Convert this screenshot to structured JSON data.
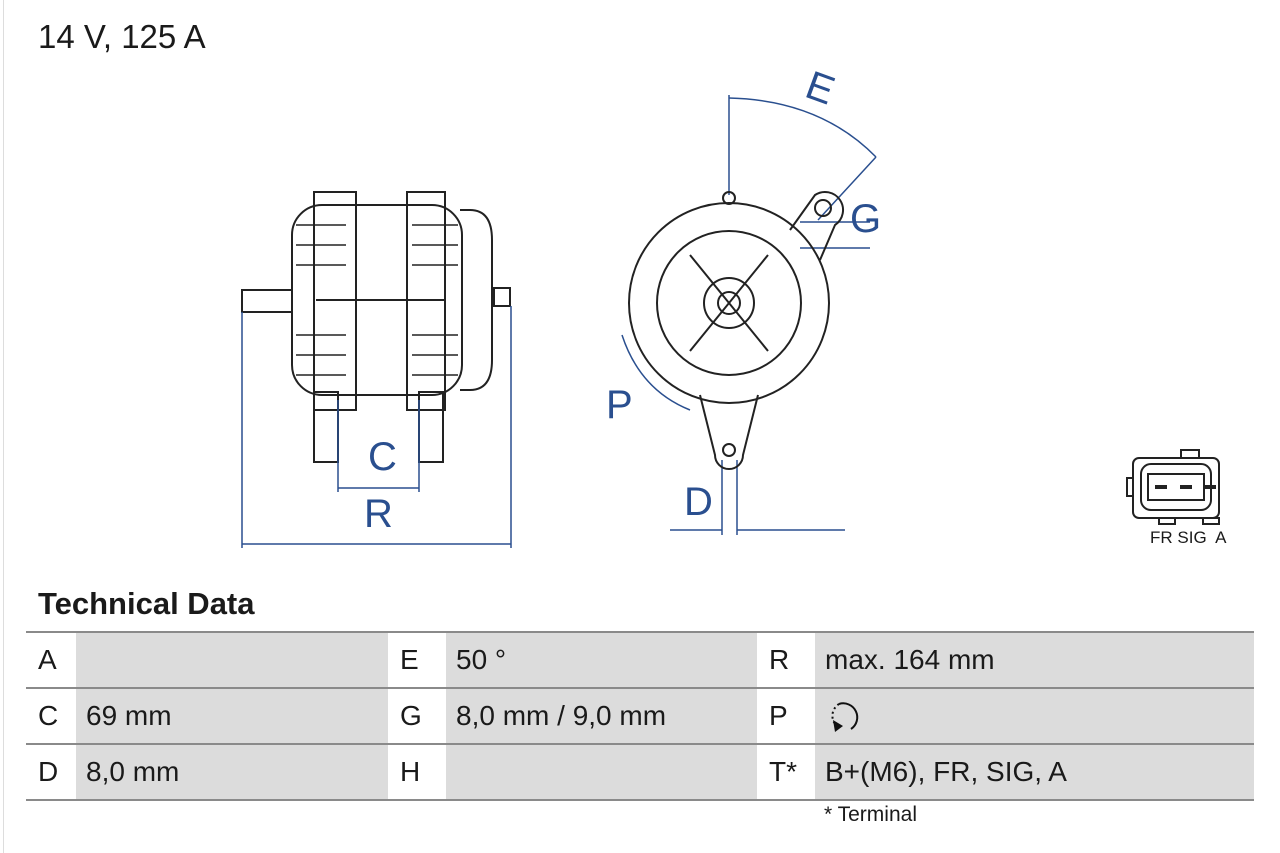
{
  "header": {
    "title": "14 V, 125 A"
  },
  "drawing": {
    "labels": {
      "C": "C",
      "R": "R",
      "E": "E",
      "G": "G",
      "P": "P",
      "D": "D"
    },
    "dim_color": "#2a4f8f"
  },
  "connector": {
    "label": "FR SIG  A"
  },
  "section_title": "Technical Data",
  "table": {
    "rows": [
      [
        {
          "k": "A",
          "v": ""
        },
        {
          "k": "E",
          "v": "50 °"
        },
        {
          "k": "R",
          "v": "max. 164 mm"
        }
      ],
      [
        {
          "k": "C",
          "v": "69 mm"
        },
        {
          "k": "G",
          "v": "8,0 mm / 9,0 mm"
        },
        {
          "k": "P",
          "v": "",
          "icon": "rotation-direction-clockwise-icon"
        }
      ],
      [
        {
          "k": "D",
          "v": "8,0 mm"
        },
        {
          "k": "H",
          "v": ""
        },
        {
          "k": "T*",
          "v": "B+(M6), FR, SIG, A"
        }
      ]
    ]
  },
  "footnote": "* Terminal"
}
